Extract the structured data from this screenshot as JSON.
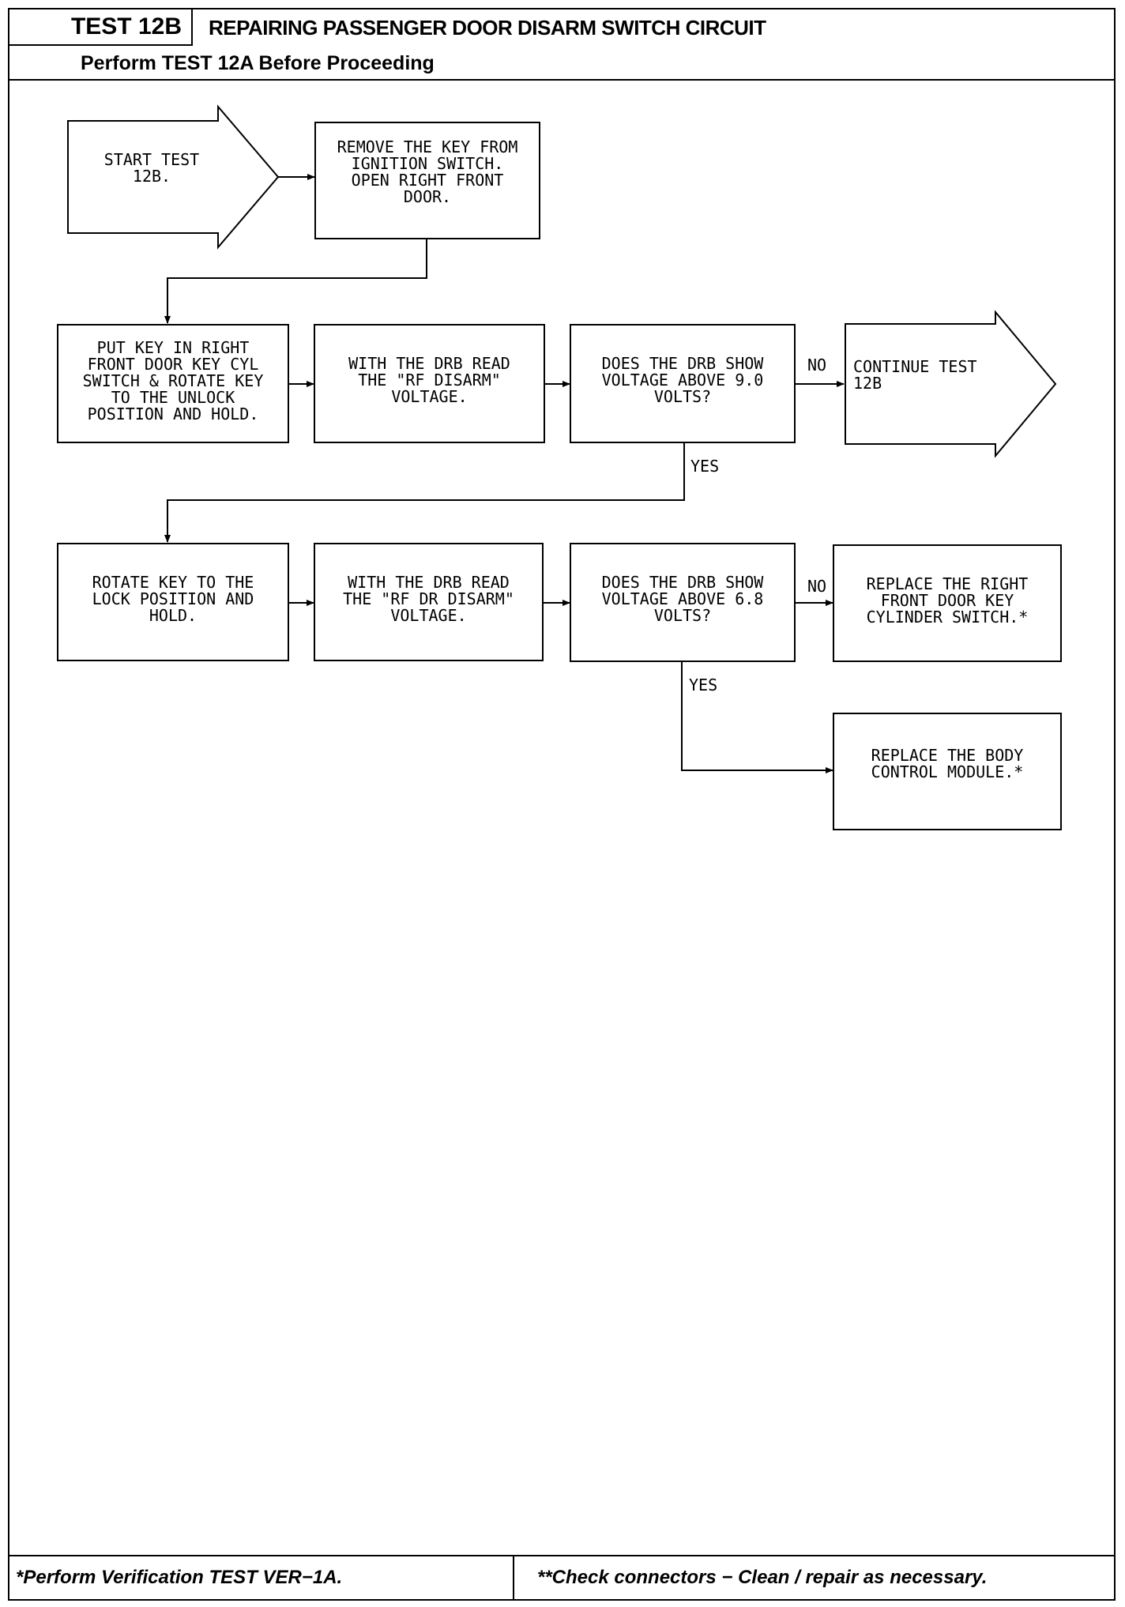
{
  "header": {
    "test_label": "TEST 12B",
    "title": "REPAIRING PASSENGER DOOR DISARM SWITCH CIRCUIT",
    "subtitle": "Perform TEST 12A Before Proceeding"
  },
  "flow": {
    "start": "START TEST\n12B.",
    "remove_key": "REMOVE THE KEY FROM\nIGNITION SWITCH.\nOPEN RIGHT FRONT\nDOOR.",
    "put_key": "PUT KEY IN RIGHT\nFRONT DOOR KEY CYL\nSWITCH & ROTATE KEY\nTO THE UNLOCK\nPOSITION AND HOLD.",
    "read_rf_disarm": "WITH THE DRB READ\nTHE \"RF DISARM\"\nVOLTAGE.",
    "question_9": "DOES THE DRB SHOW\nVOLTAGE ABOVE 9.0\nVOLTS?",
    "continue": "CONTINUE TEST\n12B",
    "rotate_lock": "ROTATE KEY TO THE\nLOCK POSITION AND\nHOLD.",
    "read_rf_dr_disarm": "WITH THE DRB READ\nTHE \"RF DR DISARM\"\nVOLTAGE.",
    "question_68": "DOES THE DRB SHOW\nVOLTAGE ABOVE 6.8\nVOLTS?",
    "replace_switch": "REPLACE THE RIGHT\nFRONT DOOR KEY\nCYLINDER SWITCH.*",
    "replace_bcm": "REPLACE THE BODY\nCONTROL MODULE.*",
    "no_label": "NO",
    "yes_label": "YES"
  },
  "footer": {
    "left": "*Perform Verification TEST VER−1A.",
    "right": "**Check connectors − Clean / repair as necessary."
  }
}
